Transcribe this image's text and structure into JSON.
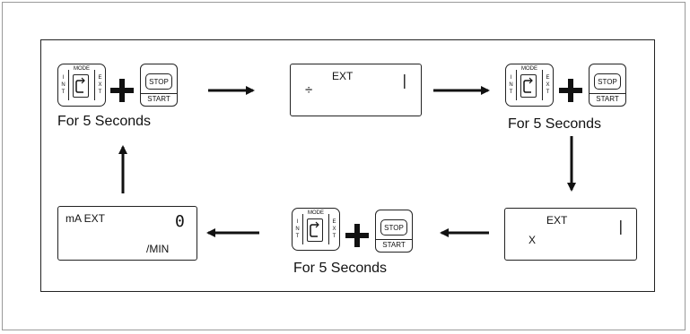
{
  "keys": {
    "mode_side_left": [
      "I",
      "N",
      "T"
    ],
    "mode_side_right": [
      "E",
      "X",
      "T"
    ],
    "mode_label": "MODE",
    "stop_label": "STOP",
    "start_label": "START"
  },
  "captions": {
    "step1": "For  5  Seconds",
    "step3": "For  5  Seconds",
    "step5": "For  5  Seconds"
  },
  "displays": {
    "display_a": {
      "mode": "EXT",
      "symbol": "÷",
      "digit": "|"
    },
    "display_b": {
      "mode": "EXT",
      "symbol": "X",
      "digit": "|"
    },
    "display_c": {
      "units": "mA  EXT",
      "digit": "0",
      "rate": "/MIN"
    }
  },
  "colors": {
    "line": "#111111",
    "frame": "#222222",
    "page_border": "#9a9a9a"
  }
}
